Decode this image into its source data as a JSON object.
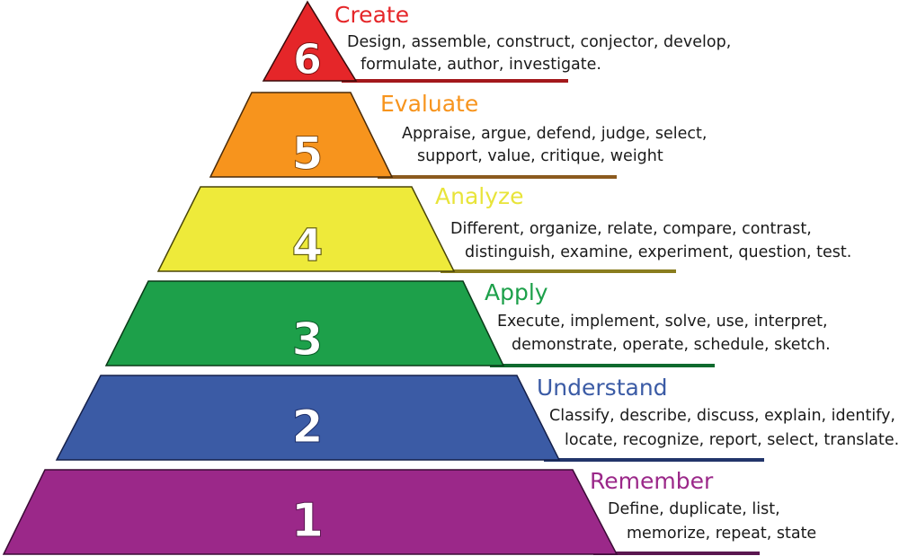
{
  "diagram": {
    "type": "pyramid",
    "tiers": [
      {
        "number": "6",
        "title": "Create",
        "line1": "Design, assemble, construct, conjector, develop,",
        "line2": "formulate, author, investigate.",
        "fill": "#e52629",
        "title_color": "#e52629",
        "underline": "#a3181b"
      },
      {
        "number": "5",
        "title": "Evaluate",
        "line1": "Appraise, argue, defend, judge, select,",
        "line2": "support, value, critique, weight",
        "fill": "#f7941d",
        "title_color": "#f7941d",
        "underline": "#8b5a1e"
      },
      {
        "number": "4",
        "title": "Analyze",
        "line1": "Different, organize, relate, compare, contrast,",
        "line2": "distinguish, examine, experiment, question, test.",
        "fill": "#eeea3a",
        "title_color": "#e8e43a",
        "underline": "#8a7d1e"
      },
      {
        "number": "3",
        "title": "Apply",
        "line1": "Execute, implement, solve, use, interpret,",
        "line2": "demonstrate, operate, schedule, sketch.",
        "fill": "#1da04a",
        "title_color": "#1da04a",
        "underline": "#0f6a2e"
      },
      {
        "number": "2",
        "title": "Understand",
        "line1": "Classify, describe, discuss, explain, identify,",
        "line2": "locate, recognize, report, select, translate.",
        "fill": "#3b5ba5",
        "title_color": "#3b5ba5",
        "underline": "#22356a"
      },
      {
        "number": "1",
        "title": "Remember",
        "line1": "Define, duplicate, list,",
        "line2": "memorize, repeat, state",
        "fill": "#9b2889",
        "title_color": "#9b2889",
        "underline": "#5a1650"
      }
    ]
  }
}
